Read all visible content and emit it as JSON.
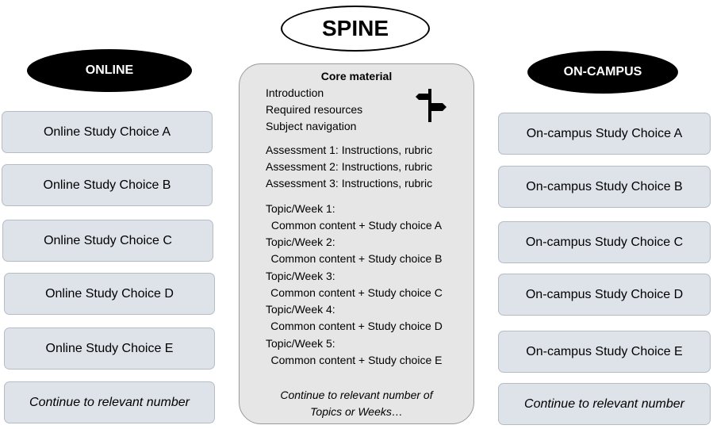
{
  "spine": {
    "title": "SPINE"
  },
  "online": {
    "title": "ONLINE",
    "choices": [
      "Online Study Choice A",
      "Online Study Choice B",
      "Online Study Choice C",
      "Online Study Choice D",
      "Online Study Choice E",
      "Continue to relevant number"
    ]
  },
  "oncampus": {
    "title": "ON-CAMPUS",
    "choices": [
      "On-campus Study Choice A",
      "On-campus Study Choice B",
      "On-campus Study Choice C",
      "On-campus Study Choice D",
      "On-campus Study Choice E",
      "Continue to relevant number"
    ]
  },
  "core": {
    "heading": "Core material",
    "intro_items": [
      "Introduction",
      "Required resources",
      "Subject navigation"
    ],
    "assessments": [
      "Assessment 1: Instructions, rubric",
      "Assessment 2: Instructions, rubric",
      "Assessment 3: Instructions, rubric"
    ],
    "topics": [
      {
        "label": "Topic/Week 1:",
        "content": "Common content + Study choice A"
      },
      {
        "label": "Topic/Week 2:",
        "content": "Common content + Study choice B"
      },
      {
        "label": "Topic/Week 3:",
        "content": "Common content + Study choice C"
      },
      {
        "label": "Topic/Week 4:",
        "content": "Common content + Study choice D"
      },
      {
        "label": "Topic/Week 5:",
        "content": "Common content + Study choice E"
      }
    ],
    "footer_line1": "Continue to relevant number of",
    "footer_line2": "Topics or Weeks…",
    "icon": "signpost-icon"
  }
}
